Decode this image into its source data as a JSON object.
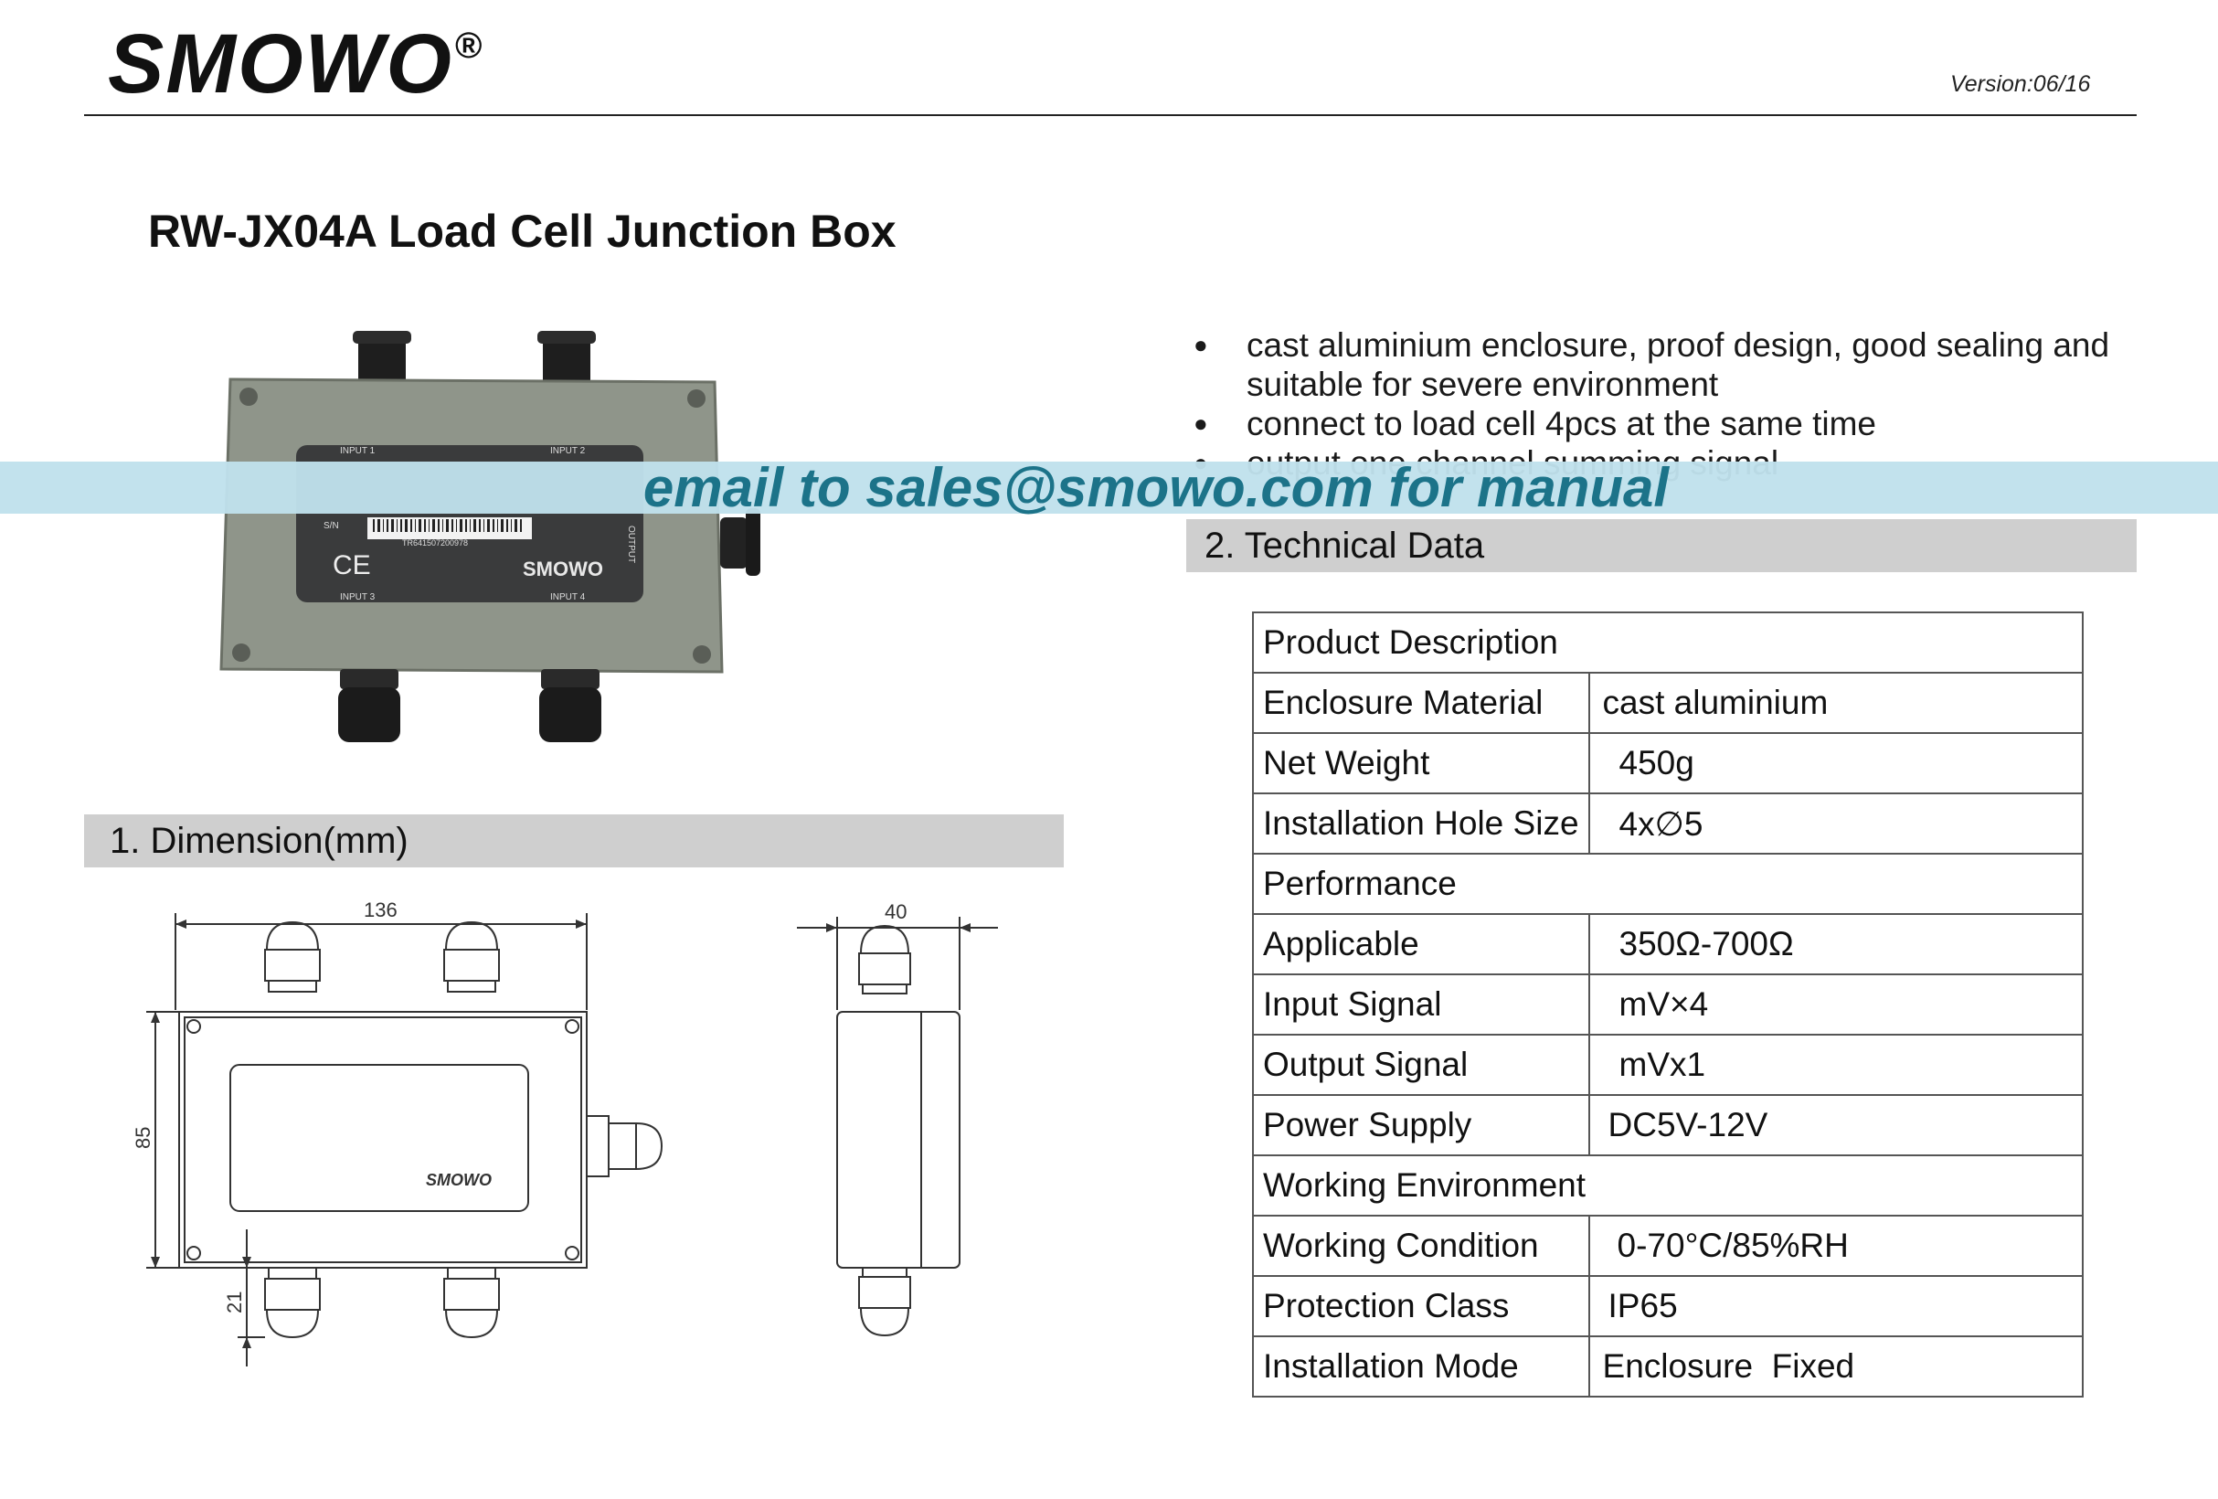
{
  "header": {
    "brand": "SMOWO",
    "registered_mark": "®",
    "version": "Version:06/16"
  },
  "title": "RW-JX04A Load Cell Junction Box",
  "photo": {
    "port_labels": [
      "INPUT 1",
      "INPUT 2",
      "INPUT 3",
      "INPUT 4"
    ],
    "output_label": "OUTPUT",
    "serial_prefix": "S/N",
    "serial_number": "TR641507200978",
    "ce_mark": "CE",
    "brand": "SMOWO"
  },
  "features": [
    "cast aluminium enclosure, proof design, good sealing and suitable for severe environment",
    "connect to load cell 4pcs at the same time",
    "output one channel summing signal"
  ],
  "banner": "email to sales@smowo.com for manual",
  "section1": {
    "heading": "1. Dimension(mm)"
  },
  "dimensions": {
    "width": "136",
    "height": "85",
    "depth": "40",
    "gland": "21",
    "brand": "SMOWO"
  },
  "section2": {
    "heading": "2. Technical Data"
  },
  "tech_table": [
    {
      "label": "Product Description",
      "value": null
    },
    {
      "label": "Enclosure Material",
      "value": "cast aluminium"
    },
    {
      "label": "Net Weight",
      "value": "450g"
    },
    {
      "label": "Installation Hole Size",
      "value": "4x∅5"
    },
    {
      "label": "Performance",
      "value": null
    },
    {
      "label": "Applicable",
      "value": "350Ω-700Ω"
    },
    {
      "label": "Input Signal",
      "value": "mV×4"
    },
    {
      "label": "Output Signal",
      "value": "mVx1"
    },
    {
      "label": "Power Supply",
      "value": "DC5V-12V"
    },
    {
      "label": "Working Environment",
      "value": null
    },
    {
      "label": "Working Condition",
      "value": "0-70°C/85%RH"
    },
    {
      "label": "Protection Class",
      "value": "IP65"
    },
    {
      "label": "Installation Mode",
      "value": "Enclosure  Fixed"
    }
  ],
  "colors": {
    "banner_bg": "#bfe1ec",
    "banner_text": "#1c7389",
    "section_bar": "#cfcfcf",
    "enclosure": "#8f958a"
  }
}
